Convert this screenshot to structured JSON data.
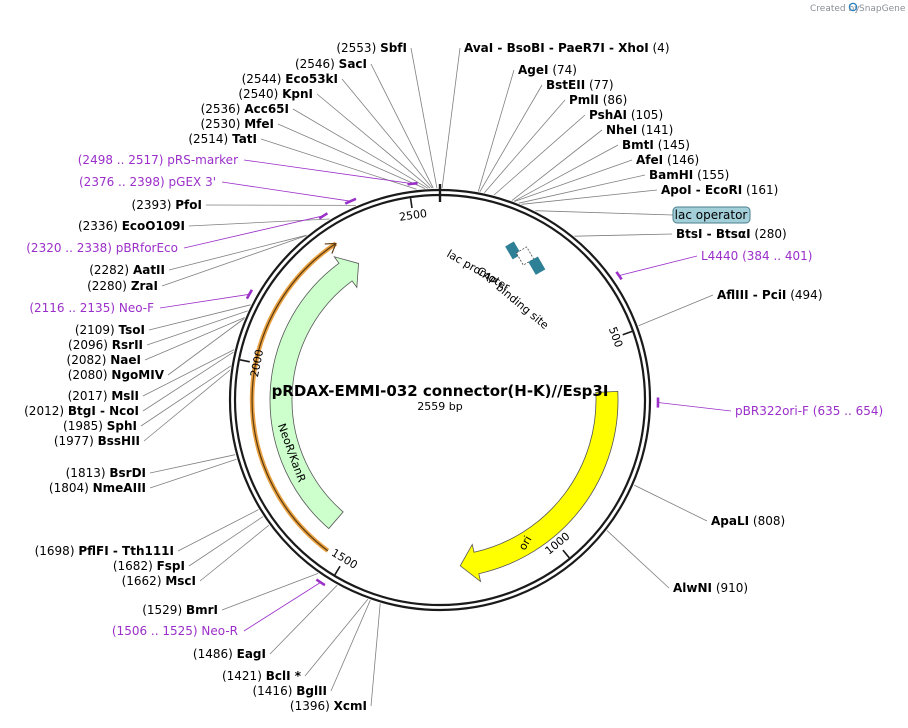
{
  "credit": {
    "created_by": "Created by",
    "brand": "SnapGene"
  },
  "plasmid": {
    "name": "pRDAX-EMMI-032   connector(H-K)//Esp3I",
    "length_label": "2559 bp",
    "length": 2559
  },
  "ticks": [
    {
      "pos": 500,
      "label": "500"
    },
    {
      "pos": 1000,
      "label": "1000"
    },
    {
      "pos": 1500,
      "label": "1500"
    },
    {
      "pos": 2000,
      "label": "2000"
    },
    {
      "pos": 2500,
      "label": "2500"
    }
  ],
  "features": [
    {
      "name": "ori",
      "start": 620,
      "end": 1230,
      "direction": "forward",
      "color": "#ffff00"
    },
    {
      "name": "NeoR/KanR",
      "start": 1570,
      "end": 2340,
      "direction": "reverse",
      "color": "#ccffcc"
    },
    {
      "name": "lac operator",
      "color": "#a3cfd9"
    },
    {
      "name": "lac promoter",
      "color": "#2e8096"
    },
    {
      "name": "CAP binding site",
      "color": "#2e8096"
    }
  ],
  "enzymes": [
    {
      "pos": "(2553)",
      "name": "SbfI",
      "site": 2553
    },
    {
      "pos": "(2546)",
      "name": "SacI",
      "site": 2546
    },
    {
      "pos": "(2544)",
      "name": "Eco53kI",
      "site": 2544
    },
    {
      "pos": "(2540)",
      "name": "KpnI",
      "site": 2540
    },
    {
      "pos": "(2536)",
      "name": "Acc65I",
      "site": 2536
    },
    {
      "pos": "(2530)",
      "name": "MfeI",
      "site": 2530
    },
    {
      "pos": "(2514)",
      "name": "TatI",
      "site": 2514
    },
    {
      "pos": "(2393)",
      "name": "PfoI",
      "site": 2393
    },
    {
      "pos": "(2336)",
      "name": "EcoO109I",
      "site": 2336
    },
    {
      "pos": "(2282)",
      "name": "AatII",
      "site": 2282
    },
    {
      "pos": "(2280)",
      "name": "ZraI",
      "site": 2280
    },
    {
      "pos": "(2109)",
      "name": "TsoI",
      "site": 2109
    },
    {
      "pos": "(2096)",
      "name": "RsrII",
      "site": 2096
    },
    {
      "pos": "(2082)",
      "name": "NaeI",
      "site": 2082
    },
    {
      "pos": "(2080)",
      "name": "NgoMIV",
      "site": 2080
    },
    {
      "pos": "(2017)",
      "name": "MslI",
      "site": 2017
    },
    {
      "pos": "(2012)",
      "name": "BtgI  - NcoI",
      "site": 2012
    },
    {
      "pos": "(1985)",
      "name": "SphI",
      "site": 1985
    },
    {
      "pos": "(1977)",
      "name": "BssHII",
      "site": 1977
    },
    {
      "pos": "(1813)",
      "name": "BsrDI",
      "site": 1813
    },
    {
      "pos": "(1804)",
      "name": "NmeAIII",
      "site": 1804
    },
    {
      "pos": "(1698)",
      "name": "PflFI  - Tth111I",
      "site": 1698
    },
    {
      "pos": "(1682)",
      "name": "FspI",
      "site": 1682
    },
    {
      "pos": "(1662)",
      "name": "MscI",
      "site": 1662
    },
    {
      "pos": "(1529)",
      "name": "BmrI",
      "site": 1529
    },
    {
      "pos": "(1486)",
      "name": "EagI",
      "site": 1486
    },
    {
      "pos": "(1421)",
      "name": "BclI *",
      "site": 1421
    },
    {
      "pos": "(1416)",
      "name": "BglII",
      "site": 1416
    },
    {
      "pos": "(1396)",
      "name": "XcmI",
      "site": 1396
    },
    {
      "pos": "(4)",
      "name": "AvaI  - BsoBI  - PaeR7I  - XhoI",
      "site": 4
    },
    {
      "pos": "(74)",
      "name": "AgeI",
      "site": 74
    },
    {
      "pos": "(77)",
      "name": "BstEII",
      "site": 77
    },
    {
      "pos": "(86)",
      "name": "PmlI",
      "site": 86
    },
    {
      "pos": "(105)",
      "name": "PshAI",
      "site": 105
    },
    {
      "pos": "(141)",
      "name": "NheI",
      "site": 141
    },
    {
      "pos": "(145)",
      "name": "BmtI",
      "site": 145
    },
    {
      "pos": "(146)",
      "name": "AfeI",
      "site": 146
    },
    {
      "pos": "(155)",
      "name": "BamHI",
      "site": 155
    },
    {
      "pos": "(161)",
      "name": "ApoI  - EcoRI",
      "site": 161
    },
    {
      "pos": "(280)",
      "name": "BtsI  - BtsαI",
      "site": 280
    },
    {
      "pos": "(494)",
      "name": "AflIII  - PciI",
      "site": 494
    },
    {
      "pos": "(808)",
      "name": "ApaLI",
      "site": 808
    },
    {
      "pos": "(910)",
      "name": "AlwNI",
      "site": 910
    }
  ],
  "primers": [
    {
      "range": "(2498 .. 2517)",
      "name": "pRS-marker",
      "start": 2498,
      "end": 2517
    },
    {
      "range": "(2376 .. 2398)",
      "name": "pGEX 3'",
      "start": 2376,
      "end": 2398
    },
    {
      "range": "(2320 .. 2338)",
      "name": "pBRforEco",
      "start": 2320,
      "end": 2338
    },
    {
      "range": "(2116 .. 2135)",
      "name": "Neo-F",
      "start": 2116,
      "end": 2135
    },
    {
      "range": "(1506 .. 1525)",
      "name": "Neo-R",
      "start": 1506,
      "end": 1525
    },
    {
      "range": "(384 .. 401)",
      "name": "L4440",
      "start": 384,
      "end": 401
    },
    {
      "range": "(635 .. 654)",
      "name": "pBR322ori-F",
      "start": 635,
      "end": 654
    }
  ],
  "colors": {
    "primer": "#9b2fc9",
    "backbone": "#1a1a1a",
    "ori": "#ffff00",
    "neo": "#ccffcc",
    "neo_band": "#e8a040",
    "lac": "#2e8096",
    "lac_operator": "#a3cfd9",
    "leader": "#7f7f7f",
    "brand": "#2a7fbf"
  }
}
